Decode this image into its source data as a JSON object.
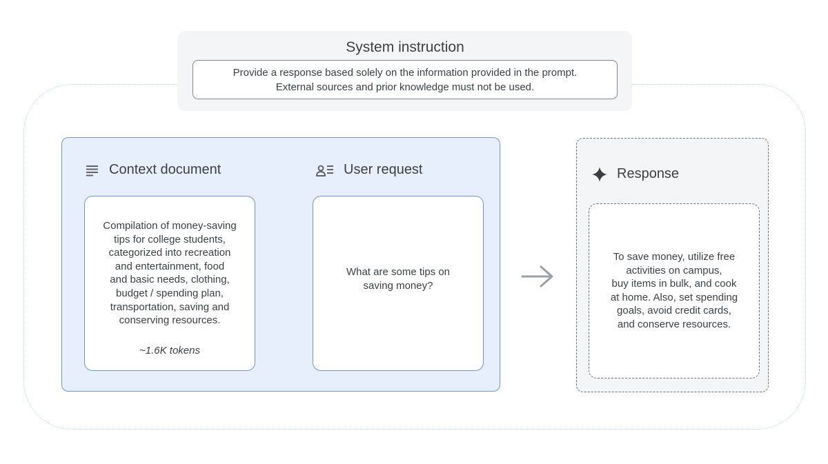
{
  "system_instruction": {
    "title": "System instruction",
    "lines": [
      "Provide a response based solely on the information provided in the prompt.",
      "External sources and prior knowledge must not be used."
    ]
  },
  "context_document": {
    "title": "Context document",
    "icon": "notes-icon",
    "lines": [
      "Compilation of money-saving",
      "tips for college students,",
      "categorized into recreation",
      "and entertainment, food",
      "and basic needs, clothing,",
      "budget / spending plan,",
      "transportation, saving and",
      "conserving resources."
    ],
    "tokens": "~1.6K tokens"
  },
  "user_request": {
    "title": "User request",
    "icon": "user-list-icon",
    "lines": [
      "What are some tips on",
      "saving money?"
    ]
  },
  "arrow": {
    "icon": "arrow-right-icon"
  },
  "response": {
    "title": "Response",
    "icon": "sparkle-icon",
    "lines": [
      "To save money, utilize free",
      "activities on campus,",
      "buy items in bulk, and cook",
      "at home. Also, set spending",
      "goals, avoid credit cards,",
      "and conserve resources."
    ]
  },
  "colors": {
    "input_panel_fill": "#e8effc",
    "input_panel_border": "#6f95de",
    "neutral_panel_fill": "#f4f5f7",
    "dashed_border": "#6b6f74",
    "outer_frame_dotted": "#b9cdea",
    "arrow": "#9aa0a6"
  }
}
